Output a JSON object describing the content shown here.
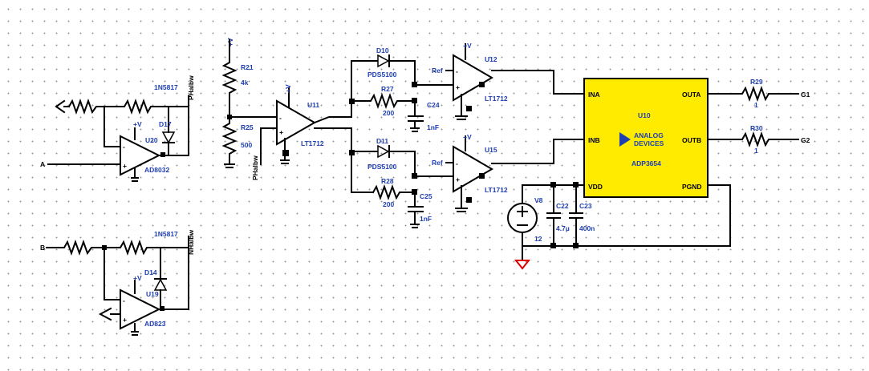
{
  "colors": {
    "wire": "#000000",
    "label": "#1f3fb0",
    "ic_fill": "#ffeb00",
    "ground_red": "#e00000"
  },
  "nets": {
    "a": "A",
    "b": "B",
    "g1": "G1",
    "g2": "G2",
    "ph": "PHalbw",
    "nh": "NHalbw",
    "ph2": "PHalbw",
    "vplus": "+V",
    "ref": "Ref"
  },
  "parts": {
    "U20": {
      "ref": "U20",
      "value": "AD8032"
    },
    "U19": {
      "ref": "U19",
      "value": "AD823"
    },
    "U11": {
      "ref": "U11",
      "value": "LT1712"
    },
    "U12": {
      "ref": "U12",
      "value": "LT1712"
    },
    "U15": {
      "ref": "U15",
      "value": "LT1712"
    },
    "D17": {
      "ref": "D17",
      "value": "1N5817"
    },
    "D14": {
      "ref": "D14",
      "value": "1N5817"
    },
    "D10": {
      "ref": "D10",
      "value": "PDS5100"
    },
    "D11": {
      "ref": "D11",
      "value": "PDS5100"
    },
    "R21": {
      "ref": "R21",
      "value": "4k"
    },
    "R25": {
      "ref": "R25",
      "value": "500"
    },
    "R27": {
      "ref": "R27",
      "value": "200"
    },
    "R28": {
      "ref": "R28",
      "value": "200"
    },
    "R29": {
      "ref": "R29",
      "value": "1"
    },
    "R30": {
      "ref": "R30",
      "value": "1"
    },
    "C24": {
      "ref": "C24",
      "value": "1nF"
    },
    "C25": {
      "ref": "C25",
      "value": "1nF"
    },
    "C22": {
      "ref": "C22",
      "value": "4.7µ"
    },
    "C23": {
      "ref": "C23",
      "value": "400n"
    },
    "V8": {
      "ref": "V8",
      "value": "12"
    },
    "U10": {
      "ref": "U10",
      "value": "ADP3654",
      "pins": {
        "ina": "INA",
        "inb": "INB",
        "vdd": "VDD",
        "outa": "OUTA",
        "outb": "OUTB",
        "pgnd": "PGND"
      },
      "logo_line1": "ANALOG",
      "logo_line2": "DEVICES"
    }
  }
}
